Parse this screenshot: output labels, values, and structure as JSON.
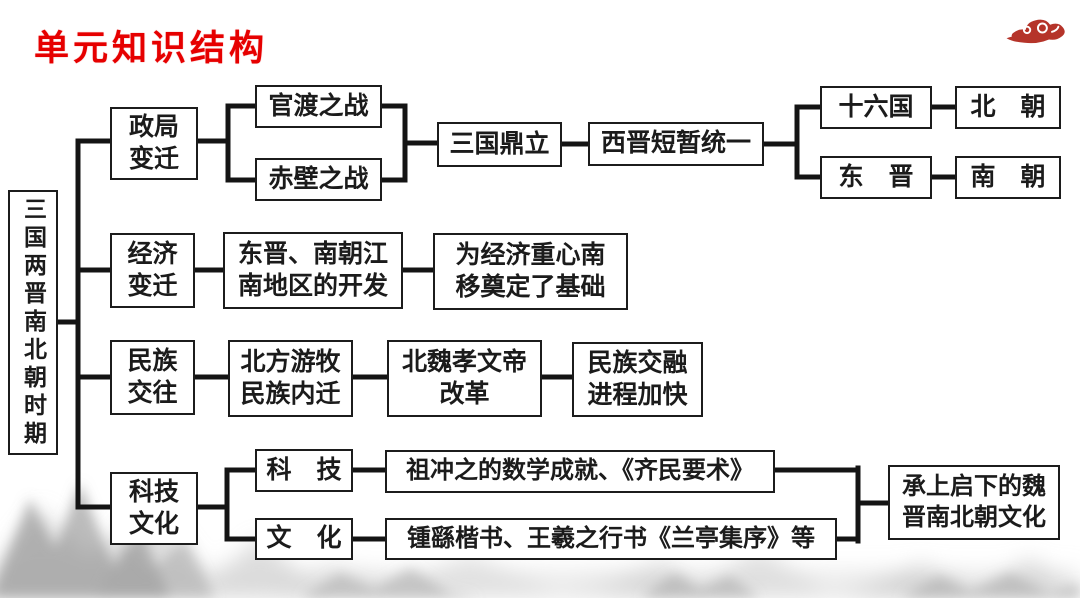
{
  "slide": {
    "title": "单元知识结构",
    "accent_red": "#e60000",
    "cloud_icon": "auspicious-cloud",
    "cloud_color": "#b5342a",
    "line_color": "#141414"
  },
  "diagram": {
    "root": "三国两晋南北朝时期",
    "branch_political": {
      "label": {
        "line1": "政局",
        "line2": "变迁"
      },
      "guandu": "官渡之战",
      "chibi": "赤壁之战",
      "three_kingdoms": "三国鼎立",
      "western_jin": "西晋短暂统一",
      "sixteen_kingdoms": "十六国",
      "northern_dynasties": "北　朝",
      "eastern_jin": "东　晋",
      "southern_dynasties": "南　朝"
    },
    "branch_economic": {
      "label": {
        "line1": "经济",
        "line2": "变迁"
      },
      "development": {
        "line1": "东晋、南朝江",
        "line2": "南地区的开发"
      },
      "foundation": {
        "line1": "为经济重心南",
        "line2": "移奠定了基础"
      }
    },
    "branch_ethnic": {
      "label": {
        "line1": "民族",
        "line2": "交往"
      },
      "migration": {
        "line1": "北方游牧",
        "line2": "民族内迁"
      },
      "reform": {
        "line1": "北魏孝文帝",
        "line2": "改革"
      },
      "integration": {
        "line1": "民族交融",
        "line2": "进程加快"
      }
    },
    "branch_culture": {
      "label": {
        "line1": "科技",
        "line2": "文化"
      },
      "science": "科　技",
      "culture": "文　化",
      "science_achievements": "祖冲之的数学成就、《齐民要术》",
      "culture_achievements": "锺繇楷书、王羲之行书《兰亭集序》等",
      "summary": {
        "line1": "承上启下的魏",
        "line2": "晋南北朝文化"
      }
    }
  }
}
